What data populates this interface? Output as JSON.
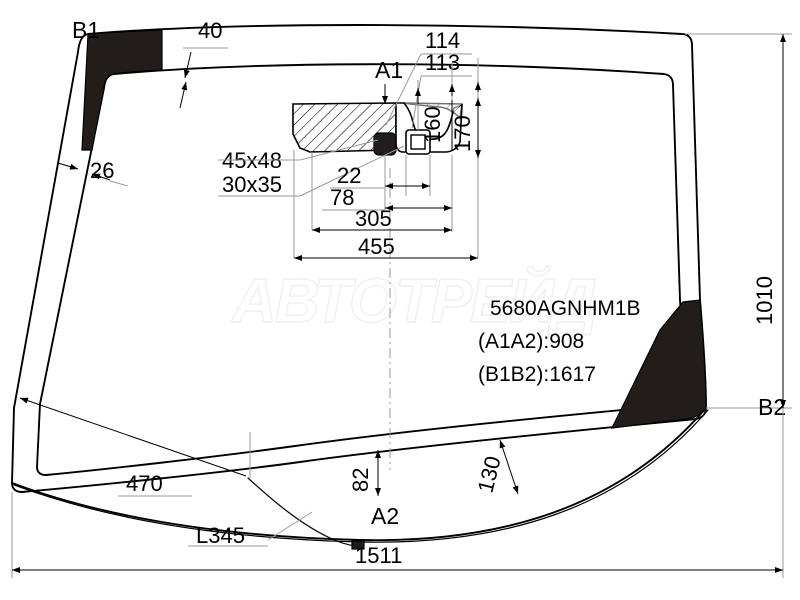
{
  "drawing": {
    "type": "windshield-technical-drawing",
    "watermark": "АВТОТРЕЙД",
    "part_block": {
      "part_number": "5680AGNHM1B",
      "a_span": "(A1A2):908",
      "b_span": "(B1B2):1617"
    },
    "corner_labels": {
      "top_left": "B1",
      "bottom_right": "B2",
      "top_center": "A1",
      "bottom_center": "A2"
    },
    "dimensions": {
      "top_band_width": "40",
      "left_band_width": "26",
      "sensor_offset_a": "114",
      "sensor_offset_b": "113",
      "mirror_patch_large": "45x48",
      "mirror_patch_small": "30x35",
      "chain_22": "22",
      "chain_78": "78",
      "chain_305": "305",
      "chain_455": "455",
      "height_160": "160",
      "height_170": "170",
      "overall_height": "1010",
      "bottom_left_arc": "470",
      "bottom_band_center": "82",
      "bottom_band_right": "130",
      "overall_width": "1511",
      "antenna_lead": "L345"
    }
  }
}
